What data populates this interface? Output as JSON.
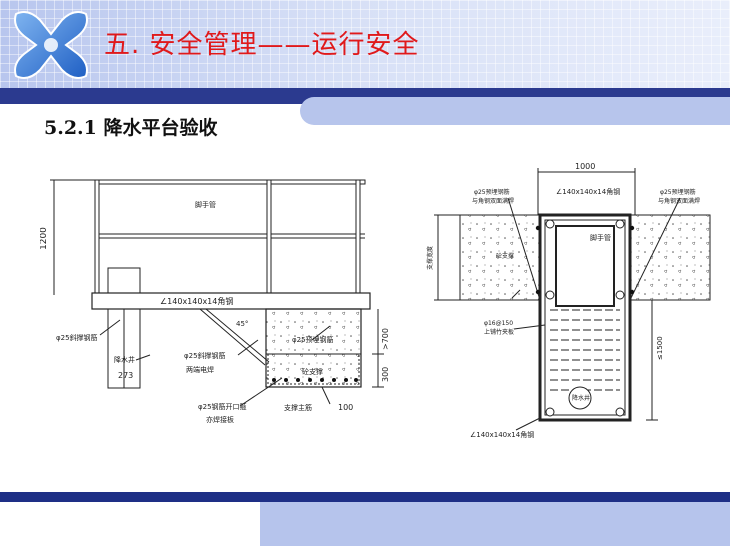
{
  "header": {
    "title": "五. 安全管理——运行安全"
  },
  "section": {
    "title": "5.2.1 降水平台验收"
  },
  "left_drawing": {
    "dim_height": "1200",
    "label_scaffold_pipe": "脚手管",
    "label_angle_steel": "∠140x140x14角钢",
    "label_rebar_anchor": "φ25斜撑钢筋",
    "label_well": "降水井",
    "dim_well_width": "273",
    "label_angle_45": "45°",
    "label_rebar_brace": "φ25斜撑钢筋",
    "label_weld": "两端电焊",
    "label_embedded_rebar": "φ25预埋钢筋",
    "label_concrete_support": "砼支撑",
    "dim_700": ">700",
    "dim_300": "300",
    "label_rebar_ring": "φ25钢筋开口箍",
    "label_welded_plate": "亦焊接板",
    "label_main_rebar": "支撑主筋",
    "dim_100": "100"
  },
  "right_drawing": {
    "dim_top": "1000",
    "label_top_angle": "∠140x140x14角钢",
    "label_embed_left_1": "φ25预埋钢筋",
    "label_embed_left_2": "与角钢双面满焊",
    "label_embed_right_1": "φ25预埋钢筋",
    "label_embed_right_2": "与角钢双面满焊",
    "label_scaffold_pipe": "脚手管",
    "label_concrete_support": "砼支撑",
    "label_support_width": "支撑宽度",
    "label_mesh_1": "φ16@150",
    "label_mesh_2": "上铺竹夹板",
    "dim_1500": "≤1500",
    "label_well": "降水井",
    "label_bottom_angle": "∠140x140x14角钢"
  }
}
